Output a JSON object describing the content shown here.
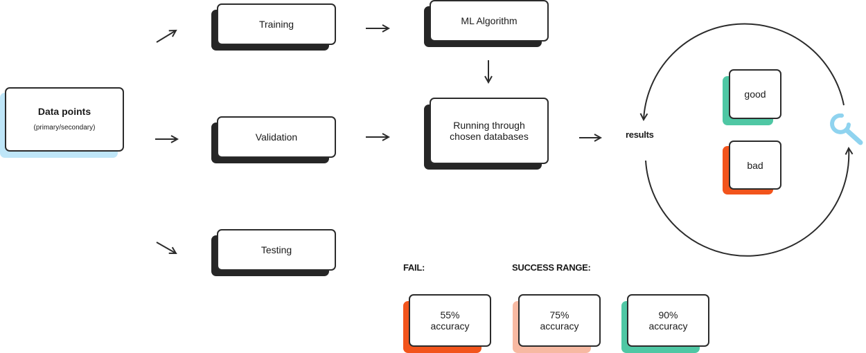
{
  "colors": {
    "dark_shadow": "#262626",
    "blue_shadow": "#bfe6f8",
    "green_shadow": "#4fc7a4",
    "orange_shadow": "#f2541c",
    "peach_shadow": "#f7b9a2",
    "line": "#2b2b2b",
    "wrench": "#8fd3ef"
  },
  "nodes": {
    "data_points": {
      "title": "Data points",
      "subtitle": "(primary/secondary)"
    },
    "training": "Training",
    "validation": "Validation",
    "testing": "Testing",
    "ml_algorithm": "ML Algorithm",
    "running": "Running through\nchosen databases",
    "results": "results",
    "good": "good",
    "bad": "bad"
  },
  "headings": {
    "fail": "FAIL:",
    "success": "SUCCESS RANGE:"
  },
  "accuracy": [
    {
      "label": "55%\naccuracy",
      "color": "orange"
    },
    {
      "label": "75%\naccuracy",
      "color": "peach"
    },
    {
      "label": "90%\naccuracy",
      "color": "green"
    }
  ],
  "icons": {
    "loop_tool": "wrench-icon"
  }
}
